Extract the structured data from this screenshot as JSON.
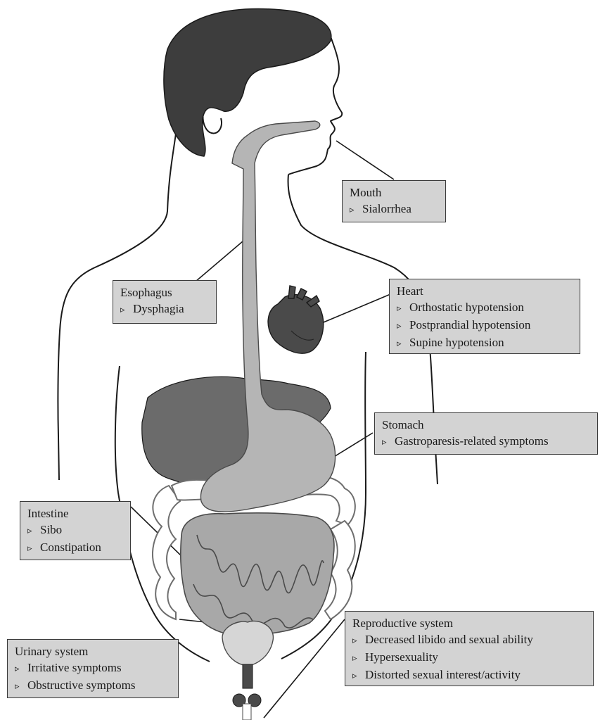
{
  "callouts": {
    "mouth": {
      "title": "Mouth",
      "items": [
        "Sialorrhea"
      ]
    },
    "esophagus": {
      "title": "Esophagus",
      "items": [
        "Dysphagia"
      ]
    },
    "heart": {
      "title": "Heart",
      "items": [
        "Orthostatic hypotension",
        "Postprandial hypotension",
        "Supine hypotension"
      ]
    },
    "stomach": {
      "title": "Stomach",
      "items": [
        "Gastroparesis-related symptoms"
      ]
    },
    "intestine": {
      "title": "Intestine",
      "items": [
        "Sibo",
        "Constipation"
      ]
    },
    "reproductive": {
      "title": "Reproductive system",
      "items": [
        "Decreased libido and sexual ability",
        "Hypersexuality",
        "Distorted sexual interest/activity"
      ]
    },
    "urinary": {
      "title": "Urinary system",
      "items": [
        "Irritative symptoms",
        "Obstructive symptoms"
      ]
    }
  },
  "bullet_glyph": "▹",
  "colors": {
    "hair": "#3d3d3d",
    "outline": "#1a1a1a",
    "organ_light": "#b5b5b5",
    "organ_dark": "#5e5e5e",
    "liver": "#6b6b6b",
    "heart": "#4a4a4a",
    "callout_fill": "#d3d3d3",
    "intestine_fill": "#ffffff"
  }
}
